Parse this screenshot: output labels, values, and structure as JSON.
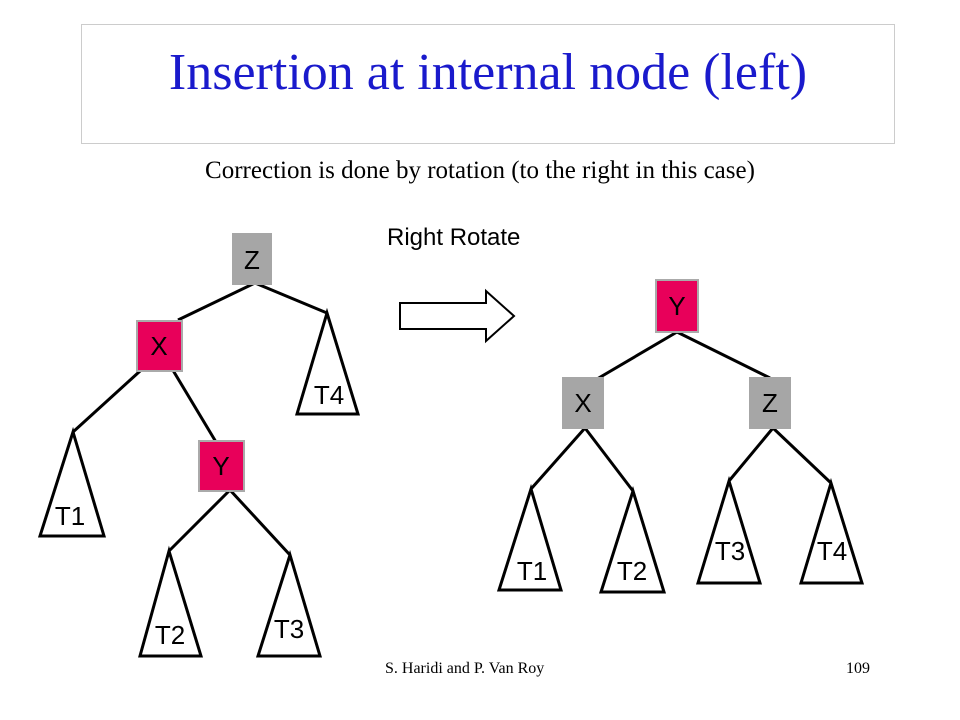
{
  "slide": {
    "title": "Insertion at internal node (left)",
    "subtitle": "Correction is done by rotation (to the right in this case)",
    "rotate_label": "Right Rotate",
    "footer_author": "S. Haridi and P. Van Roy",
    "footer_page": "109"
  },
  "colors": {
    "title": "#1a1acc",
    "highlight_node": "#e8005a",
    "plain_node": "#a6a6a6"
  },
  "before_tree": {
    "nodes": {
      "z": "Z",
      "x": "X",
      "y": "Y"
    },
    "subtrees": {
      "t1": "T1",
      "t2": "T2",
      "t3": "T3",
      "t4": "T4"
    }
  },
  "after_tree": {
    "nodes": {
      "y": "Y",
      "x": "X",
      "z": "Z"
    },
    "subtrees": {
      "t1": "T1",
      "t2": "T2",
      "t3": "T3",
      "t4": "T4"
    }
  }
}
